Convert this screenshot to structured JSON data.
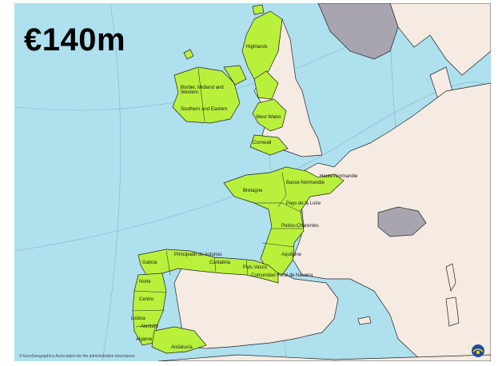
{
  "headline": {
    "amount": "€140m"
  },
  "colors": {
    "sea": "#aee0ee",
    "programme_area": "#b9f03c",
    "other_land": "#f6ebe2",
    "non_eu_land": "#a9a5b0",
    "border": "#222222",
    "graticule": "#7fa6c4"
  },
  "regions": [
    {
      "id": "highlands",
      "label": "Highlands"
    },
    {
      "id": "border-midland",
      "label": "Border, Midland and Western"
    },
    {
      "id": "southern-eastern",
      "label": "Southern and Eastern"
    },
    {
      "id": "wales",
      "label": "West Wales"
    },
    {
      "id": "cornwall",
      "label": "Cornwall"
    },
    {
      "id": "basse-normandie",
      "label": "Basse-Normandie"
    },
    {
      "id": "haute-normandie",
      "label": "Haute-Normandie"
    },
    {
      "id": "bretagne",
      "label": "Bretagne"
    },
    {
      "id": "pays-de-la-loire",
      "label": "Pays de la Loire"
    },
    {
      "id": "poitou-charentes",
      "label": "Poitou-Charentes"
    },
    {
      "id": "aquitaine",
      "label": "Aquitaine"
    },
    {
      "id": "galicia",
      "label": "Galicia"
    },
    {
      "id": "asturias",
      "label": "Principado de Asturias"
    },
    {
      "id": "cantabria",
      "label": "Cantabria"
    },
    {
      "id": "pais-vasco",
      "label": "País Vasco"
    },
    {
      "id": "navarra",
      "label": "Comunidad Foral de Navarra"
    },
    {
      "id": "norte",
      "label": "Norte"
    },
    {
      "id": "centro",
      "label": "Centro"
    },
    {
      "id": "lisboa",
      "label": "Lisboa"
    },
    {
      "id": "alentejo",
      "label": "Alentejo"
    },
    {
      "id": "algarve",
      "label": "Algarve"
    },
    {
      "id": "andalucia",
      "label": "Andalucía"
    }
  ],
  "copyright": "© EuroGeographics Association for the administrative boundaries",
  "logo": "eu-regio-logo"
}
